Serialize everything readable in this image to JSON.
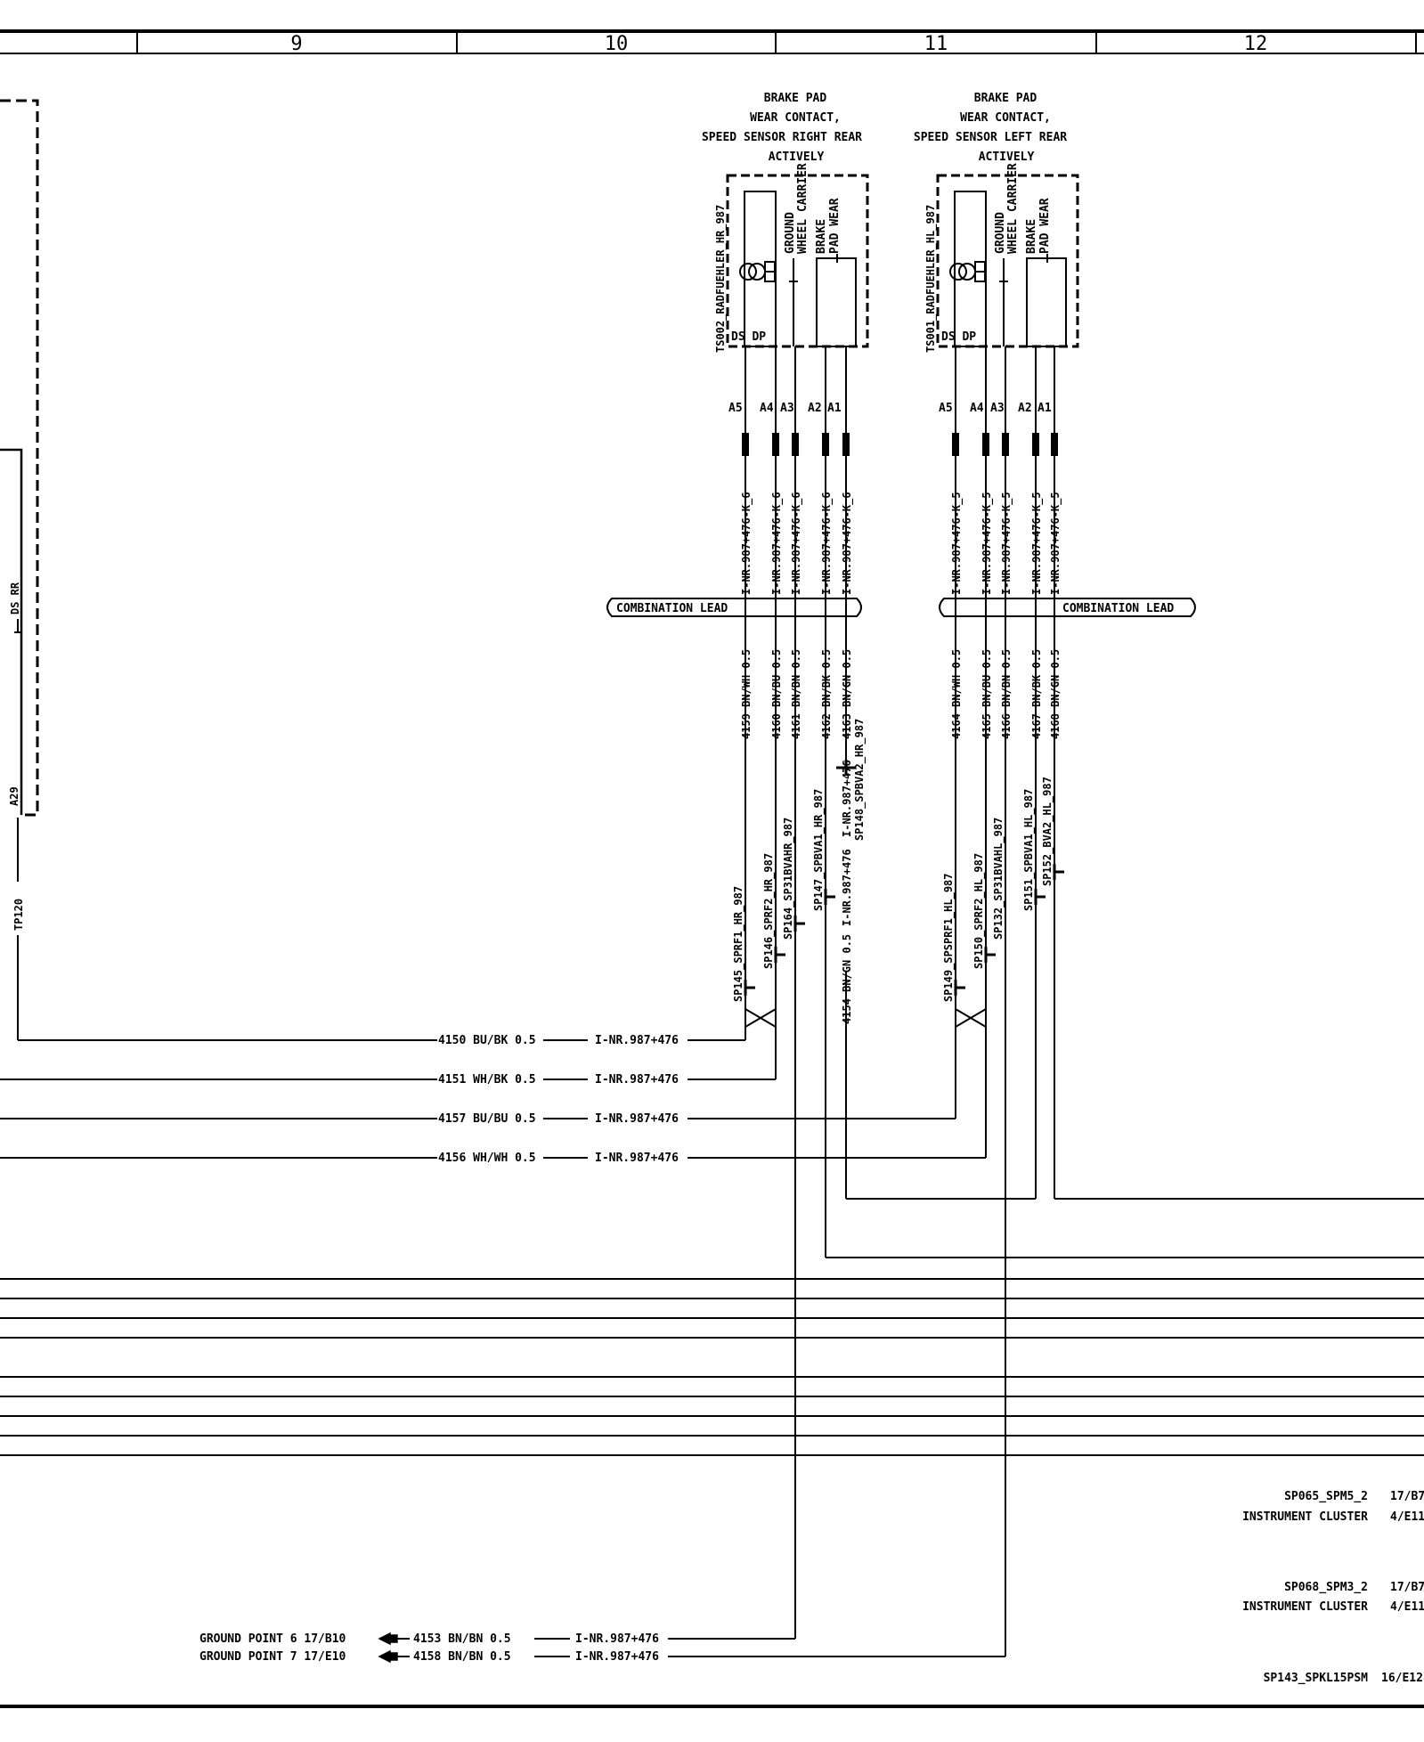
{
  "columns": [
    "9",
    "10",
    "11",
    "12"
  ],
  "sensor_right": {
    "title": [
      "BRAKE PAD",
      "WEAR CONTACT,",
      "SPEED SENSOR RIGHT REAR",
      "ACTIVELY"
    ],
    "part_id": "TS002_RADFUEHLER_HR_987",
    "ground_label": [
      "GROUND",
      "WHEEL CARRIER"
    ],
    "brake_label": [
      "BRAKE",
      "PAD WEAR"
    ],
    "pins_left": "DS  DP",
    "pins": [
      "A5",
      "A4",
      "A3",
      "A2",
      "A1"
    ],
    "wire_codes": [
      "I-NR.987+476-K_6",
      "I-NR.987+476-K_6",
      "I-NR.987+476-K_6",
      "I-NR.987+476-K_6",
      "I-NR.987+476-K_6"
    ],
    "wires": [
      "4159 BN/WH 0.5",
      "4160 BN/BU 0.5",
      "4161 BN/BN 0.5",
      "4162 BN/BK 0.5",
      "4163 BN/GN 0.5"
    ]
  },
  "sensor_left": {
    "title": [
      "BRAKE PAD",
      "WEAR CONTACT,",
      "SPEED SENSOR LEFT REAR",
      "ACTIVELY"
    ],
    "part_id": "TS001_RADFUEHLER_HL_987",
    "ground_label": [
      "GROUND",
      "WHEEL CARRIER"
    ],
    "brake_label": [
      "BRAKE",
      "PAD WEAR"
    ],
    "pins_left": "DS  DP",
    "pins": [
      "A5",
      "A4",
      "A3",
      "A2",
      "A1"
    ],
    "wire_codes": [
      "I-NR.987+476-K_5",
      "I-NR.987+476-K_5",
      "I-NR.987+476-K_5",
      "I-NR.987+476-K_5",
      "I-NR.987+476-K_5"
    ],
    "wires": [
      "4164 BN/WH 0.5",
      "4165 BN/BU 0.5",
      "4166 BN/BN 0.5",
      "4167 BN/BK 0.5",
      "4168 BN/GN 0.5"
    ]
  },
  "combination_lead": "COMBINATION LEAD",
  "left_panel": {
    "pins": "DS  RR",
    "pin": "A29",
    "test_point": "TP120"
  },
  "splices": {
    "sp145": "SP145_SPRF1_HR_987",
    "sp146": "SP146_SPRF2_HR_987",
    "sp164": "SP164_SP31BVAHR_987",
    "sp147": "SP147_SPBVA1_HR_987",
    "sp148": "SP148_SPBVA2_HR_987",
    "sp149": "SP149_SPSPRF1_HL_987",
    "sp150": "SP150_SPRF2_HL_987",
    "sp132": "SP132_SP31BVAHL_987",
    "sp151": "SP151_SPBVA1_HL_987",
    "sp152": "SP152_BVA2_HL_987"
  },
  "vertical_wires": {
    "w4154": "4154 BN/GN 0.5",
    "w4154_code": "I-NR.987+476",
    "w4148_code": "I-NR.987+476"
  },
  "horizontal_wires": [
    {
      "label": "4150 BU/BK 0.5",
      "code": "I-NR.987+476"
    },
    {
      "label": "4151 WH/BK 0.5",
      "code": "I-NR.987+476"
    },
    {
      "label": "4157 BU/BU 0.5",
      "code": "I-NR.987+476"
    },
    {
      "label": "4156 WH/WH 0.5",
      "code": "I-NR.987+476"
    }
  ],
  "references": [
    {
      "name": "SP065_SPM5_2",
      "ref": "17/B7"
    },
    {
      "name": "INSTRUMENT CLUSTER",
      "ref": "4/E11"
    },
    {
      "name": "SP068_SPM3_2",
      "ref": "17/B7"
    },
    {
      "name": "INSTRUMENT CLUSTER",
      "ref": "4/E11"
    },
    {
      "name": "SP143_SPKL15PSM",
      "ref": "16/E12"
    }
  ],
  "grounds": [
    {
      "name": "GROUND POINT 6 17/B10",
      "wire": "4153 BN/BN 0.5",
      "code": "I-NR.987+476"
    },
    {
      "name": "GROUND POINT 7 17/E10",
      "wire": "4158 BN/BN 0.5",
      "code": "I-NR.987+476"
    }
  ]
}
